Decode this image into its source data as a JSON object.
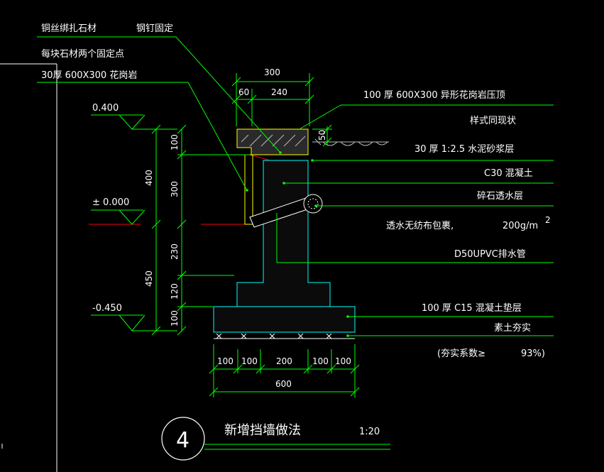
{
  "labels": {
    "wire_tie": "铜丝绑扎石材",
    "nail_fix": "钢钉固定",
    "two_points": "每块石材两个固定点",
    "granite_30": "30厚 600X300 花岗岩",
    "coping_100": "100 厚 600X300 异形花岗岩压顶",
    "style_note": "样式同现状",
    "mortar": "30 厚 1:2.5  水泥砂浆层",
    "c30": "C30 混凝土",
    "gravel": "碎石透水层",
    "fabric": "透水无纺布包裹,",
    "fabric_weight": "200g/m",
    "fabric_sup": "2",
    "pipe": "D50UPVC排水管",
    "c15": "100 厚  C15 混凝土垫层",
    "soil": "素土夯实",
    "compaction_a": "(夯实系数≥",
    "compaction_b": "93%)"
  },
  "elevations": {
    "top": "0.400",
    "zero": "± 0.000",
    "bottom": "-0.450"
  },
  "dims": {
    "top_total": "300",
    "top_left": "60",
    "top_right": "240",
    "side_50": "50",
    "left_400": "400",
    "left_450": "450",
    "r_100a": "100",
    "r_300": "300",
    "r_230": "230",
    "r_120": "120",
    "r_100b": "100",
    "bot_1": "100",
    "bot_2": "100",
    "bot_3": "200",
    "bot_4": "100",
    "bot_5": "100",
    "bot_total": "600"
  },
  "title": {
    "number": "4",
    "name": "新增挡墙做法",
    "scale": "1:20"
  },
  "colors": {
    "background": "#000000",
    "leader": "#00ff00",
    "dimension": "#00ff00",
    "concrete": "#00ffff",
    "stone": "#ffff00",
    "ground": "#ff0000",
    "text": "#ffffff"
  }
}
